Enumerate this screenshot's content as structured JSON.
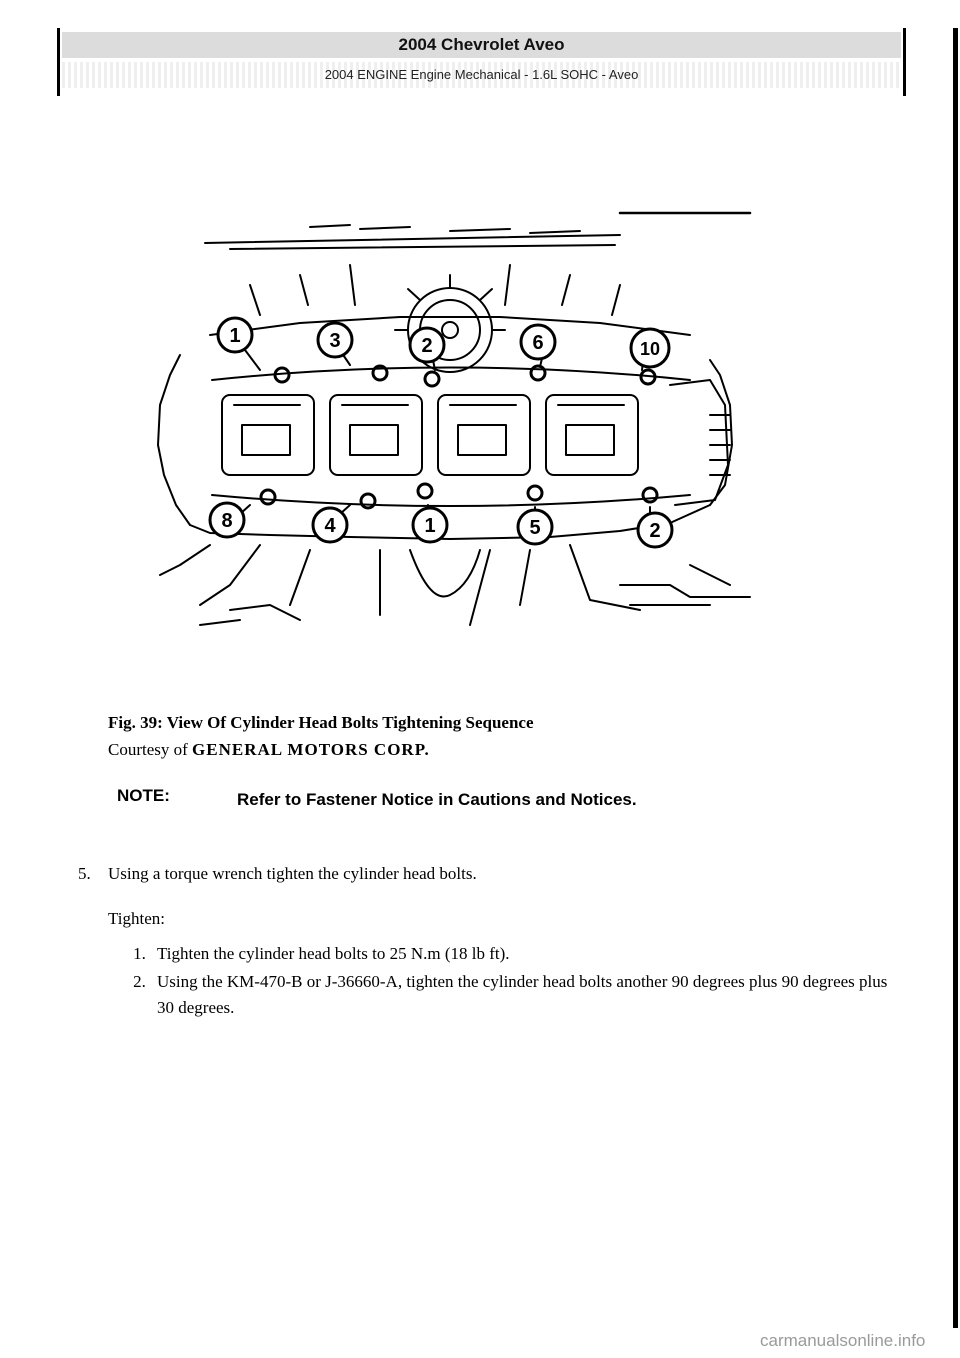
{
  "header": {
    "title": "2004 Chevrolet Aveo",
    "subtitle": "2004 ENGINE Engine Mechanical - 1.6L SOHC - Aveo"
  },
  "figure": {
    "callouts": [
      "1",
      "3",
      "2",
      "6",
      "10",
      "8",
      "4",
      "1",
      "5",
      "2"
    ]
  },
  "caption": {
    "title": "Fig. 39: View Of Cylinder Head Bolts Tightening Sequence",
    "courtesy_prefix": "Courtesy of",
    "courtesy_company": "GENERAL MOTORS CORP."
  },
  "note": {
    "label": "NOTE:",
    "text": "Refer to Fastener Notice in Cautions and Notices."
  },
  "step": {
    "number": "5.",
    "text": "Using a torque wrench tighten the cylinder head bolts."
  },
  "tighten": {
    "label": "Tighten:",
    "items": [
      {
        "num": "1.",
        "text": "Tighten the cylinder head bolts to 25 N.m (18 lb ft)."
      },
      {
        "num": "2.",
        "text": "Using the KM-470-B or J-36660-A, tighten the cylinder head bolts another 90 degrees plus 90 degrees plus 30 degrees."
      }
    ]
  },
  "watermark": "carmanualsonline.info"
}
